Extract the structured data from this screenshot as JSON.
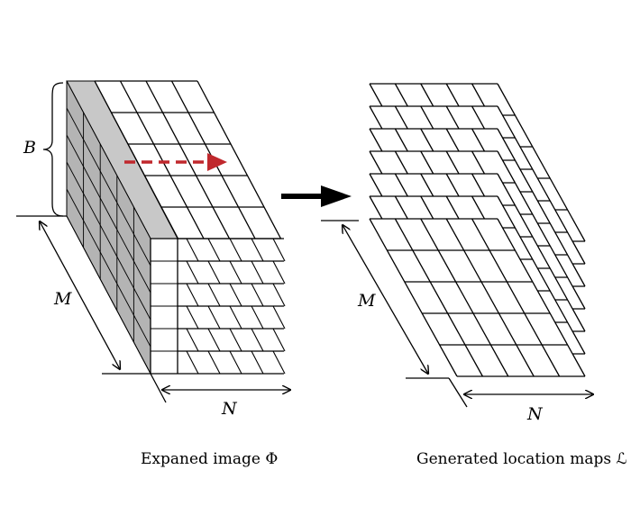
{
  "left_panel": {
    "label_B": "B",
    "label_M": "M",
    "label_N": "N",
    "caption": "Expaned image Φ"
  },
  "right_panel": {
    "label_M": "M",
    "label_N": "N",
    "caption": "Generated location maps ℒ"
  },
  "colors": {
    "line": "#000000",
    "shaded_face": "#c8c8c8",
    "shaded_front": "#b4b4b4",
    "dashed_arrow": "#c0282d",
    "main_arrow": "#000000"
  }
}
